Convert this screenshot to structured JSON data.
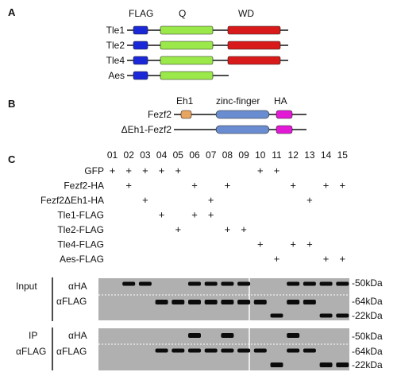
{
  "colors": {
    "flag": "#1a28d8",
    "q": "#9be84a",
    "wd": "#d81a1a",
    "eh1": "#e8a560",
    "zinc_finger": "#6a8cd0",
    "ha": "#e21ad6",
    "blot_bg": "#b0b0b0"
  },
  "panel_a": {
    "label": "A",
    "headers": [
      "FLAG",
      "Q",
      "WD"
    ],
    "proteins": [
      {
        "name": "Tle1",
        "domains": [
          "flag",
          "q",
          "wd"
        ]
      },
      {
        "name": "Tle2",
        "domains": [
          "flag",
          "q",
          "wd"
        ]
      },
      {
        "name": "Tle4",
        "domains": [
          "flag",
          "q",
          "wd"
        ]
      },
      {
        "name": "Aes",
        "domains": [
          "flag",
          "q"
        ]
      }
    ]
  },
  "panel_b": {
    "label": "B",
    "headers": [
      "Eh1",
      "zinc-finger",
      "HA"
    ],
    "proteins": [
      {
        "name": "Fezf2",
        "domains": [
          "eh1",
          "zinc_finger",
          "ha"
        ]
      },
      {
        "name": "ΔEh1-Fezf2",
        "domains": [
          "zinc_finger",
          "ha"
        ]
      }
    ]
  },
  "panel_c": {
    "label": "C",
    "lanes": [
      "01",
      "02",
      "03",
      "04",
      "05",
      "06",
      "07",
      "08",
      "09",
      "10",
      "11",
      "12",
      "13",
      "14",
      "15"
    ],
    "conditions": [
      {
        "name": "GFP",
        "lanes": [
          1,
          2,
          3,
          4,
          5,
          10,
          11
        ]
      },
      {
        "name": "Fezf2-HA",
        "lanes": [
          2,
          6,
          8,
          12,
          14,
          15
        ]
      },
      {
        "name": "Fezf2ΔEh1-HA",
        "lanes": [
          3,
          7,
          13
        ]
      },
      {
        "name": "Tle1-FLAG",
        "lanes": [
          4,
          6,
          7
        ]
      },
      {
        "name": "Tle2-FLAG",
        "lanes": [
          5,
          8,
          9
        ]
      },
      {
        "name": "Tle4-FLAG",
        "lanes": [
          10,
          12,
          13
        ]
      },
      {
        "name": "Aes-FLAG",
        "lanes": [
          11,
          14,
          15
        ]
      }
    ],
    "plus_mark": "+",
    "input_label": "Input",
    "ip_labels": [
      "IP",
      "αFLAG"
    ],
    "blots": {
      "input_ha": {
        "antibody": "αHA",
        "marker": "-50kDa",
        "bands": [
          2,
          3,
          6,
          7,
          8,
          9,
          12,
          13,
          14,
          15
        ]
      },
      "input_flag": {
        "antibody": "αFLAG",
        "markers": [
          "-64kDa",
          "-22kDa"
        ],
        "upper_bands": [
          4,
          5,
          6,
          7,
          8,
          9,
          10,
          12,
          13
        ],
        "lower_bands": [
          11,
          14,
          15
        ]
      },
      "ip_ha": {
        "antibody": "αHA",
        "marker": "-50kDa",
        "bands": [
          6,
          8,
          12
        ]
      },
      "ip_flag": {
        "antibody": "αFLAG",
        "markers": [
          "-64kDa",
          "-22kDa"
        ],
        "upper_bands": [
          4,
          5,
          6,
          7,
          8,
          9,
          10,
          12,
          13
        ],
        "lower_bands": [
          11,
          14,
          15
        ]
      }
    }
  }
}
